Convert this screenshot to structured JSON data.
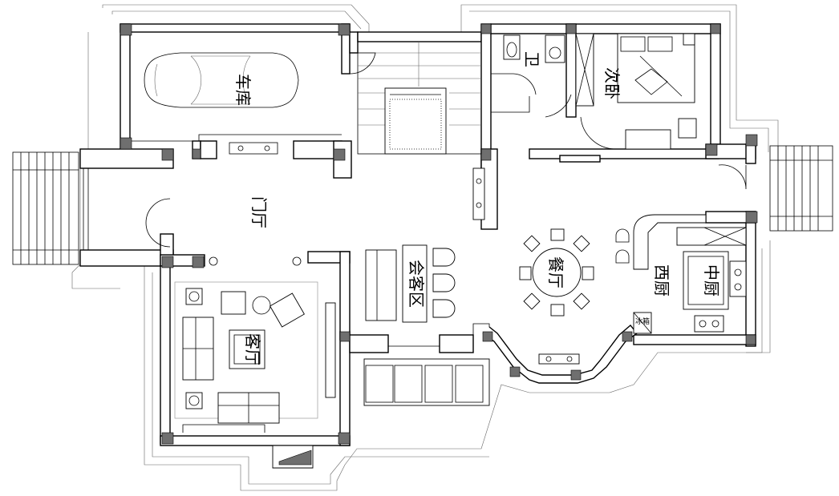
{
  "rooms": {
    "garage": "车库",
    "hall": "门厅",
    "living": "客厅",
    "family": "会客区",
    "dining": "餐厅",
    "bedroom": "次卧",
    "bath": "卫",
    "west_kitchen": "西厨",
    "chinese_kitchen": "中厨",
    "fridge": "冰箱"
  }
}
